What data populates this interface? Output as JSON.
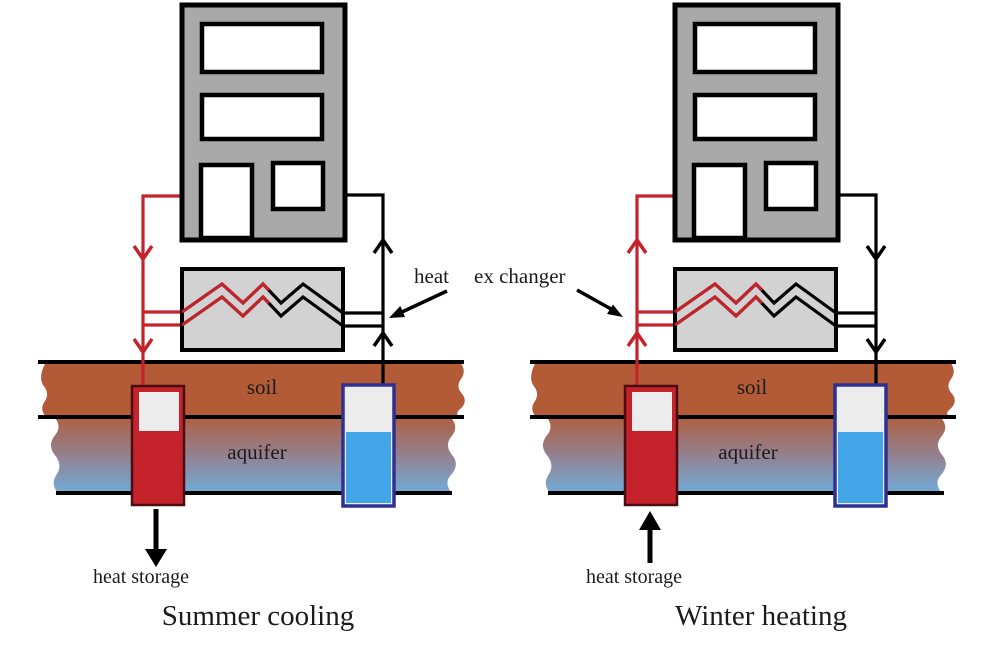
{
  "figure": {
    "heat_exchanger_label": {
      "word1": "heat",
      "word2": "ex changer"
    },
    "panels": [
      {
        "name": "summer",
        "title": "Summer cooling",
        "soil": "soil",
        "aquifer": "aquifer",
        "heat_storage": "heat storage",
        "storage_flow": "down"
      },
      {
        "name": "winter",
        "title": "Winter heating",
        "soil": "soil",
        "aquifer": "aquifer",
        "heat_storage": "heat storage",
        "storage_flow": "up"
      }
    ],
    "colors": {
      "building_fill": "#a9a9a9",
      "exchanger_fill": "#d2d2d2",
      "soil_fill": "#b25b36",
      "aquifer_top": "#ad6245",
      "aquifer_mid": "#94808e",
      "aquifer_bottom": "#72abd8",
      "warm": "#c5232c",
      "warm_well_border": "#4a0d12",
      "cold": "#42a5e8",
      "cold_well_border": "#2e3192",
      "well_casing": "#ececec",
      "line": "#000000",
      "window_fill": "#ffffff"
    }
  }
}
